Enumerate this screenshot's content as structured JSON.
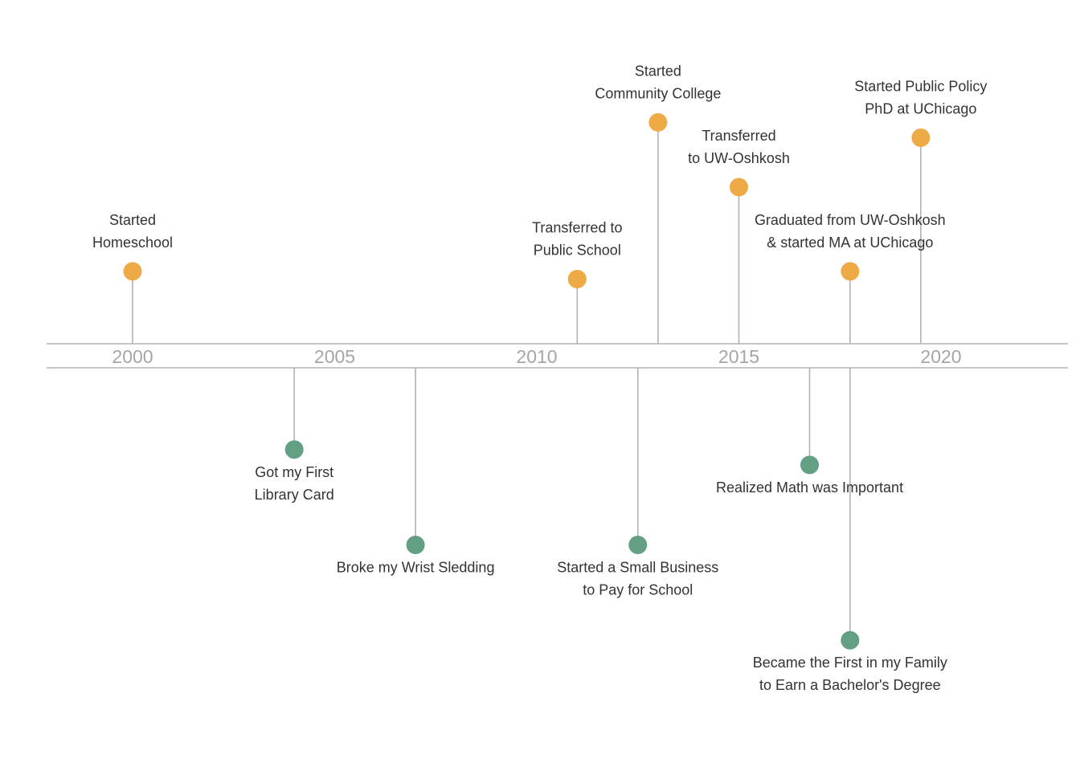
{
  "chart_data": {
    "type": "scatter",
    "title": "",
    "xlabel": "",
    "ylabel": "",
    "xlim": [
      1997.8,
      2023.2
    ],
    "ylim": [
      -1.0,
      1.0
    ],
    "x_ticks": [
      "2000",
      "2005",
      "2010",
      "2015",
      "2020"
    ],
    "grid": false,
    "legend": "none",
    "colors": {
      "above": "#eeaa44",
      "below": "#63a083",
      "stem": "#b3b3b3",
      "axis": "#b3b3b3",
      "tick_text": "#a6a6a6",
      "label_text": "#333333"
    },
    "series": [
      {
        "side": "above",
        "points": [
          {
            "year": 2000.0,
            "level": 0.425,
            "label": [
              "Started",
              "Homeschool"
            ]
          },
          {
            "year": 2011.0,
            "level": 0.38,
            "label": [
              "Transferred to",
              "Public School"
            ]
          },
          {
            "year": 2013.0,
            "level": 1.3,
            "label": [
              "Started",
              "Community College"
            ]
          },
          {
            "year": 2015.0,
            "level": 0.92,
            "label": [
              "Transferred",
              "to UW-Oshkosh"
            ]
          },
          {
            "year": 2017.75,
            "level": 0.425,
            "label": [
              "Graduated from UW-Oshkosh",
              "& started MA at UChicago"
            ]
          },
          {
            "year": 2019.5,
            "level": 1.21,
            "label": [
              "Started Public Policy",
              "PhD at UChicago"
            ]
          }
        ]
      },
      {
        "side": "below",
        "points": [
          {
            "year": 2004.0,
            "level": -0.48,
            "label": [
              "Got my First",
              "Library Card"
            ]
          },
          {
            "year": 2007.0,
            "level": -1.04,
            "label": [
              "Broke my Wrist Sledding"
            ]
          },
          {
            "year": 2012.5,
            "level": -1.04,
            "label": [
              "Started a Small Business",
              "to Pay for School"
            ]
          },
          {
            "year": 2016.75,
            "level": -0.57,
            "label": [
              "Realized Math was Important"
            ]
          },
          {
            "year": 2017.75,
            "level": -1.6,
            "label": [
              "Became the First in my Family",
              "to Earn a Bachelor's Degree"
            ]
          }
        ]
      }
    ]
  }
}
